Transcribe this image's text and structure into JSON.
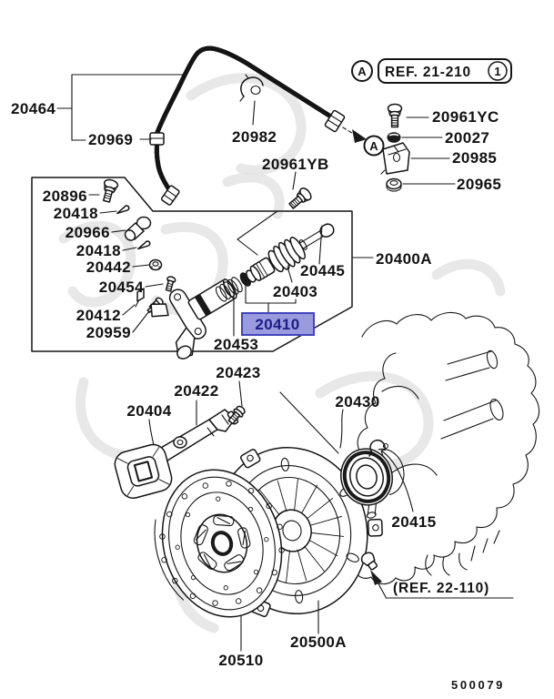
{
  "diagram": {
    "sheet_code": "500079",
    "background": "#ffffff",
    "line_color": "#141414",
    "watermark_color": "#e2e2e2",
    "highlight": {
      "fill": "#9a9ade",
      "border": "#4444bb",
      "text": "#1d1d85"
    },
    "selected_part": "20410"
  },
  "ref_badges": {
    "marker_a_top": "A",
    "marker_a_pointer": "A",
    "ref_top": "REF. 21-210",
    "ref_top_circle": "1",
    "ref_bottom": "(REF. 22-110)"
  },
  "part_labels": {
    "p20464": "20464",
    "p20969": "20969",
    "p20982": "20982",
    "p20961yb": "20961YB",
    "p20961yc": "20961YC",
    "p20027": "20027",
    "p20985": "20985",
    "p20965": "20965",
    "p20896": "20896",
    "p20418a": "20418",
    "p20966": "20966",
    "p20418b": "20418",
    "p20442": "20442",
    "p20454": "20454",
    "p20412": "20412",
    "p20959": "20959",
    "p20400a": "20400A",
    "p20445": "20445",
    "p20403": "20403",
    "p20410": "20410",
    "p20453": "20453",
    "p20423": "20423",
    "p20422": "20422",
    "p20404": "20404",
    "p20430": "20430",
    "p20415": "20415",
    "p20510": "20510",
    "p20500a": "20500A"
  }
}
